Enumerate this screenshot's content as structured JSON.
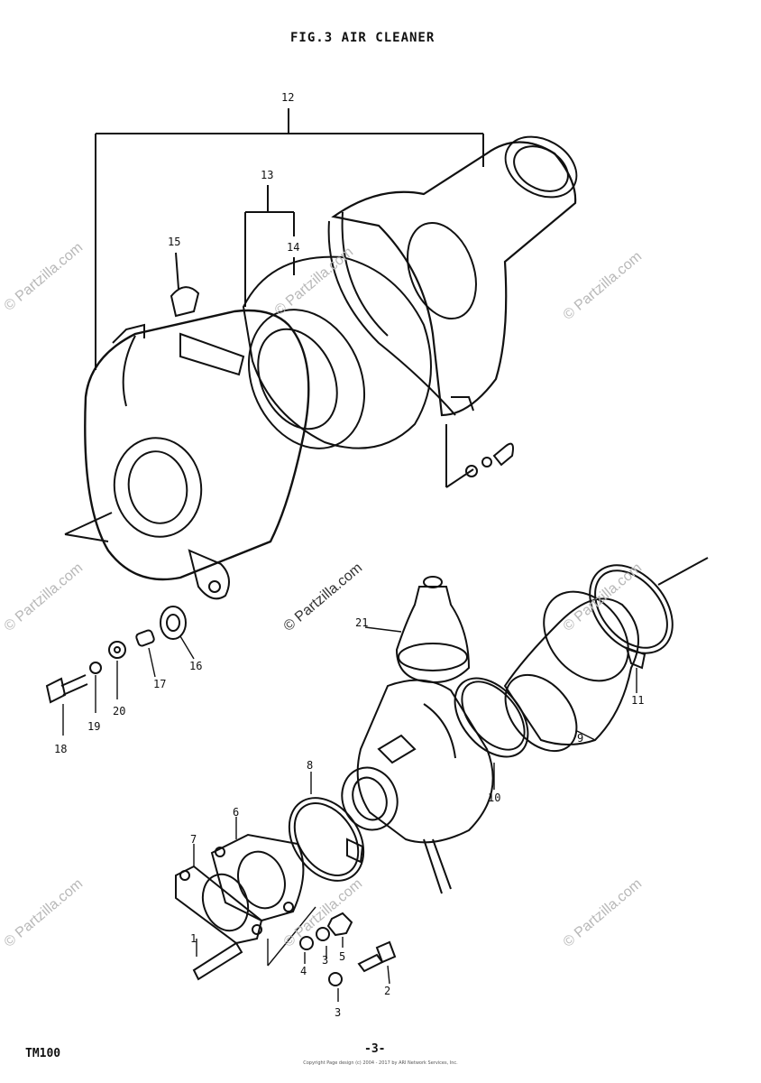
{
  "figure": {
    "title": "FIG.3  AIR CLEANER",
    "model": "TM100",
    "page_number": "-3-",
    "footer_note": "Copyright\nPage design (c) 2004 - 2017 by ARI Network Services, Inc."
  },
  "watermark": {
    "text": "© Partzilla.com",
    "color": "#b8b8b8"
  },
  "callouts": [
    {
      "id": "c12",
      "label": "12"
    },
    {
      "id": "c13",
      "label": "13"
    },
    {
      "id": "c14",
      "label": "14"
    },
    {
      "id": "c15",
      "label": "15"
    },
    {
      "id": "c16",
      "label": "16"
    },
    {
      "id": "c17",
      "label": "17"
    },
    {
      "id": "c18",
      "label": "18"
    },
    {
      "id": "c19",
      "label": "19"
    },
    {
      "id": "c20",
      "label": "20"
    },
    {
      "id": "c21",
      "label": "21"
    },
    {
      "id": "c11",
      "label": "11"
    },
    {
      "id": "c10",
      "label": "10"
    },
    {
      "id": "c9",
      "label": "9"
    },
    {
      "id": "c8",
      "label": "8"
    },
    {
      "id": "c7",
      "label": "7"
    },
    {
      "id": "c6",
      "label": "6"
    },
    {
      "id": "c1",
      "label": "1"
    },
    {
      "id": "c2",
      "label": "2"
    },
    {
      "id": "c3a",
      "label": "3"
    },
    {
      "id": "c3b",
      "label": "3"
    },
    {
      "id": "c4",
      "label": "4"
    },
    {
      "id": "c5",
      "label": "5"
    }
  ]
}
